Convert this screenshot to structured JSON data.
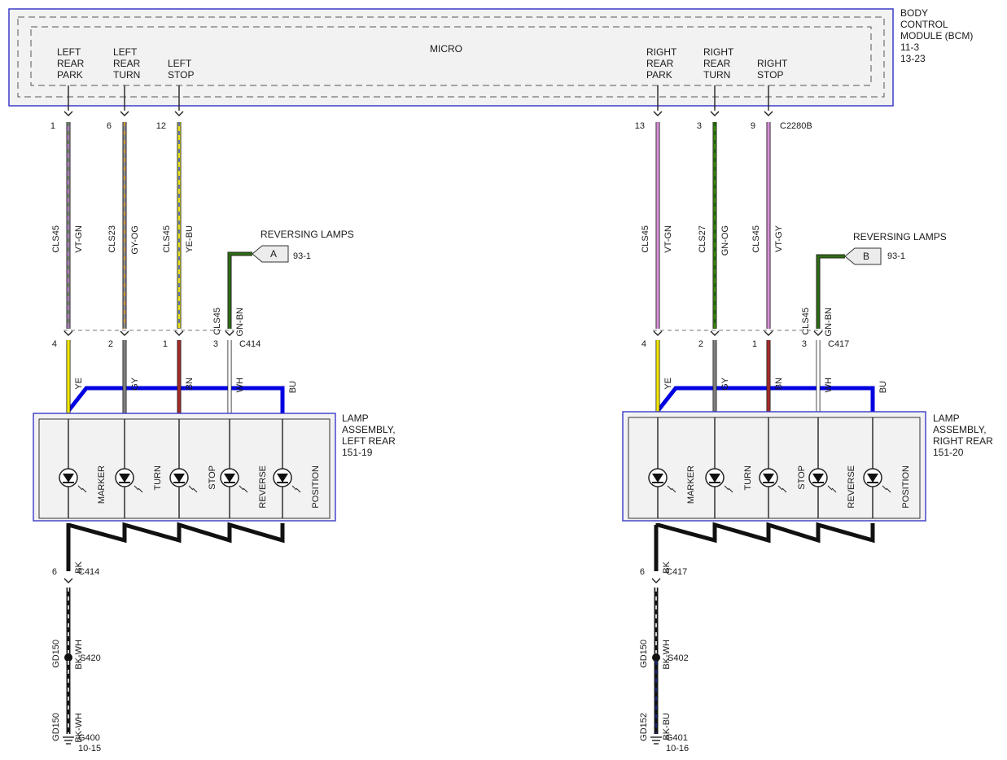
{
  "bcm": {
    "micro_label": "MICRO",
    "title_lines": [
      "BODY",
      "CONTROL",
      "MODULE (BCM)",
      "11-3",
      "13-23"
    ],
    "connector": "C2280B"
  },
  "sides": [
    {
      "id": "left",
      "bcm_outputs": [
        {
          "lines": [
            "LEFT",
            "REAR",
            "PARK"
          ]
        },
        {
          "lines": [
            "LEFT",
            "REAR",
            "TURN"
          ]
        },
        {
          "lines": [
            "LEFT",
            "STOP"
          ]
        }
      ],
      "bcm_wires": [
        {
          "pin": "1",
          "circuit": "CLS45",
          "color_code": "VT-GN",
          "colors": [
            "#a87fb6",
            "#4a8a3a"
          ]
        },
        {
          "pin": "6",
          "circuit": "CLS23",
          "color_code": "GY-OG",
          "colors": [
            "#8a8a8a",
            "#e89a2a"
          ]
        },
        {
          "pin": "12",
          "circuit": "CLS45",
          "color_code": "YE-BU",
          "colors": [
            "#e8e020",
            "#3a5ac8"
          ]
        }
      ],
      "reversing": {
        "label": "REVERSING LAMPS",
        "letter": "A",
        "ref": "93-1",
        "circuit": "CLS45",
        "color_code": "GN-BN",
        "color": "#2e6b14"
      },
      "lamp_connector": "C414",
      "lamp_pins": [
        {
          "pin": "4",
          "color_code": "YE",
          "color": "#f2e600"
        },
        {
          "pin": "2",
          "color_code": "GY",
          "color": "#808080"
        },
        {
          "pin": "1",
          "color_code": "BN",
          "color": "#a52a2a"
        },
        {
          "pin": "3",
          "color_code": "WH",
          "color": "#ffffff"
        }
      ],
      "bu_label": "BU",
      "bu_color": "#0000e0",
      "assembly": {
        "lines": [
          "LAMP",
          "ASSEMBLY,",
          "LEFT REAR",
          "151-19"
        ]
      },
      "lamps": [
        "MARKER",
        "TURN",
        "STOP",
        "REVERSE",
        "POSITION"
      ],
      "ground": {
        "wire_color_code": "BK",
        "pin": "6",
        "connector": "C414",
        "upper": {
          "circuit": "GD150",
          "color_code": "BK-WH",
          "colors": [
            "#111111",
            "#ffffff"
          ]
        },
        "splice": "S420",
        "lower": {
          "circuit": "GD150",
          "color_code": "BK-WH",
          "colors": [
            "#111111",
            "#ffffff"
          ]
        },
        "ground_id": "G400",
        "ground_ref": "10-15"
      }
    },
    {
      "id": "right",
      "bcm_outputs": [
        {
          "lines": [
            "RIGHT",
            "REAR",
            "PARK"
          ]
        },
        {
          "lines": [
            "RIGHT",
            "REAR",
            "TURN"
          ]
        },
        {
          "lines": [
            "RIGHT",
            "STOP"
          ]
        }
      ],
      "bcm_wires": [
        {
          "pin": "13",
          "circuit": "CLS45",
          "color_code": "VT-GN",
          "colors": [
            "#d890d8",
            "#d890d8"
          ]
        },
        {
          "pin": "3",
          "circuit": "CLS27",
          "color_code": "GN-OG",
          "colors": [
            "#3a8a10",
            "#1a5a05"
          ]
        },
        {
          "pin": "9",
          "circuit": "CLS45",
          "color_code": "VT-GY",
          "colors": [
            "#d890d8",
            "#d890d8"
          ]
        }
      ],
      "reversing": {
        "label": "REVERSING LAMPS",
        "letter": "B",
        "ref": "93-1",
        "circuit": "CLS45",
        "color_code": "GN-BN",
        "color": "#2e6b14"
      },
      "lamp_connector": "C417",
      "lamp_pins": [
        {
          "pin": "4",
          "color_code": "YE",
          "color": "#f2e600"
        },
        {
          "pin": "2",
          "color_code": "GY",
          "color": "#808080"
        },
        {
          "pin": "1",
          "color_code": "BN",
          "color": "#a52a2a"
        },
        {
          "pin": "3",
          "color_code": "WH",
          "color": "#ffffff"
        }
      ],
      "bu_label": "BU",
      "bu_color": "#0000e0",
      "assembly": {
        "lines": [
          "LAMP",
          "ASSEMBLY,",
          "RIGHT REAR",
          "151-20"
        ]
      },
      "lamps": [
        "MARKER",
        "TURN",
        "STOP",
        "REVERSE",
        "POSITION"
      ],
      "ground": {
        "wire_color_code": "BK",
        "pin": "6",
        "connector": "C417",
        "upper": {
          "circuit": "GD150",
          "color_code": "BK-WH",
          "colors": [
            "#111111",
            "#ffffff"
          ]
        },
        "splice": "S402",
        "lower": {
          "circuit": "GD152",
          "color_code": "BK-BU",
          "colors": [
            "#111111",
            "#1a2a9a"
          ]
        },
        "ground_id": "G401",
        "ground_ref": "10-16"
      }
    }
  ]
}
